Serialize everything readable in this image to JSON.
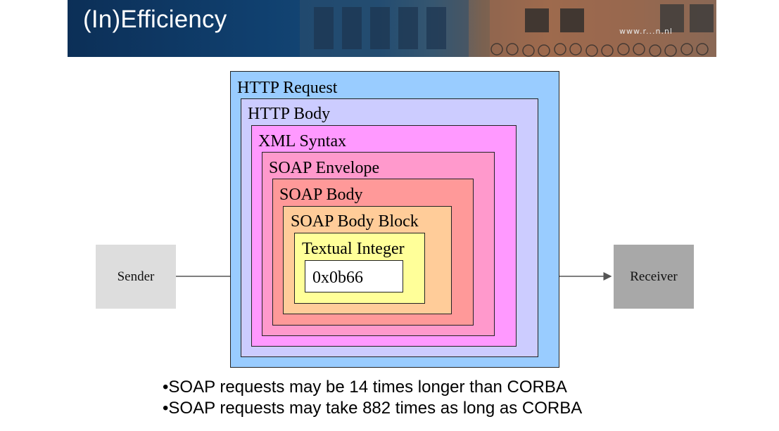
{
  "slide": {
    "title": "(In)Efficiency",
    "banner_url": "www.r...n.nl"
  },
  "diagram": {
    "layers": [
      {
        "label": "HTTP Request",
        "color": "#99ccff"
      },
      {
        "label": "HTTP Body",
        "color": "#ccccff"
      },
      {
        "label": "XML Syntax",
        "color": "#ff99ff"
      },
      {
        "label": "SOAP Envelope",
        "color": "#ff99cc"
      },
      {
        "label": "SOAP Body",
        "color": "#ff9999"
      },
      {
        "label": "SOAP Body Block",
        "color": "#ffcc99"
      },
      {
        "label": "Textual Integer",
        "color": "#ffff99"
      }
    ],
    "value": "0x0b66",
    "sender_label": "Sender",
    "receiver_label": "Receiver",
    "arrow_color": "#555555"
  },
  "bullets": [
    "•SOAP requests may be 14 times longer than CORBA",
    "•SOAP requests may take 882 times as long as CORBA"
  ]
}
